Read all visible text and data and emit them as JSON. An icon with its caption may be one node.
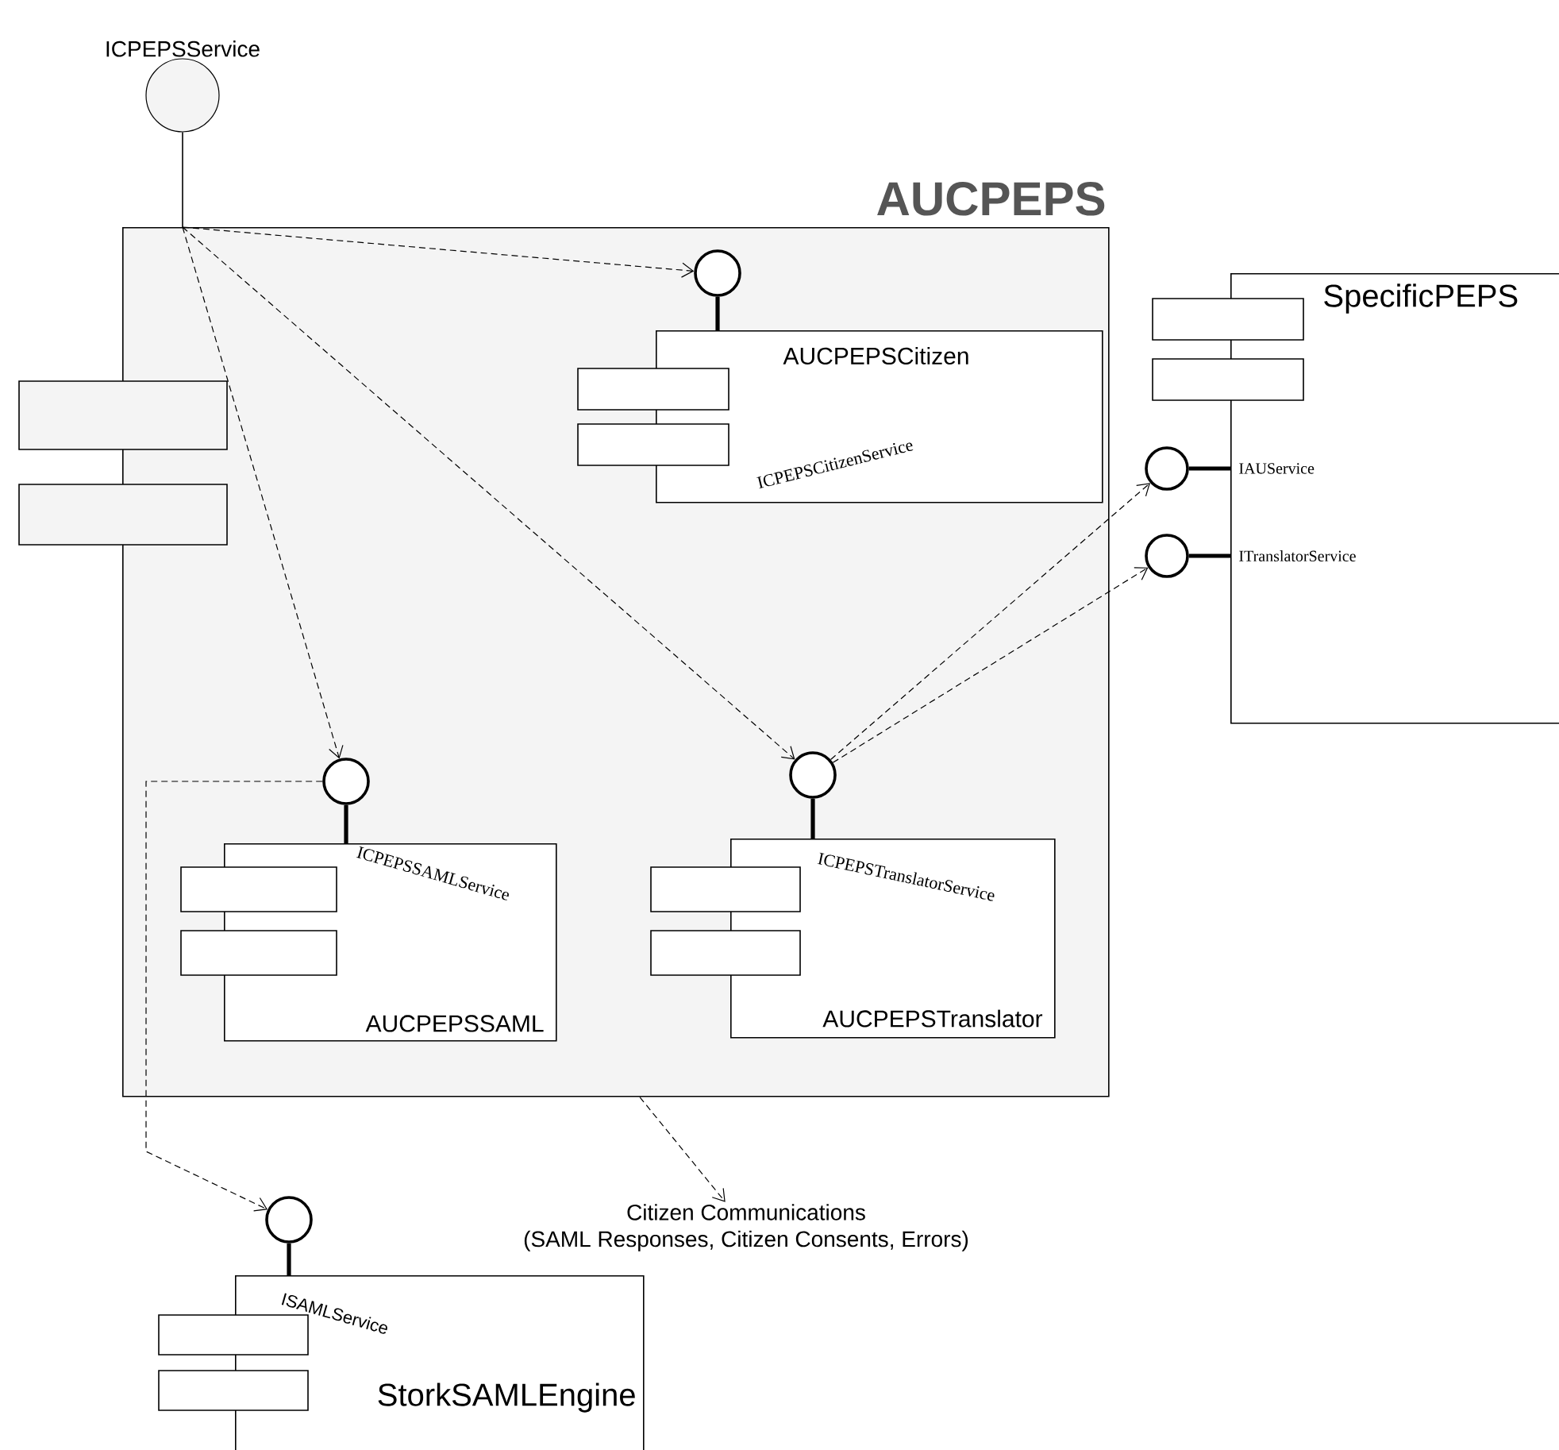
{
  "diagram": {
    "nodes": [
      {
        "text": [
          "AUCPEPS"
        ]
      },
      {
        "text": [
          "ICPEPSService"
        ]
      },
      {
        "text": [],
        "shape": "circle",
        "in": 0
      },
      {
        "text": [
          "AUCPEPSCitizen",
          "ICPEPSCitizenService"
        ],
        "in": 0
      },
      {
        "text": [],
        "shape": "circle",
        "in": 0
      },
      {
        "text": [
          "ICPEPSSAMLService",
          "AUCPEPSSAML"
        ],
        "in": 0
      },
      {
        "text": [],
        "shape": "circle",
        "in": 0
      },
      {
        "text": [
          "ICPEPSTranslatorService",
          "AUCPEPSTranslator"
        ],
        "in": 0
      },
      {
        "text": [
          "SpecificPEPS",
          "IAUService",
          "ITranslatorService"
        ]
      },
      {
        "text": [],
        "shape": "circle"
      },
      {
        "text": [],
        "shape": "circle"
      },
      {
        "text": [
          "Citizen Communications",
          "(SAML Responses, Citizen Consents, Errors)"
        ]
      },
      {
        "text": [],
        "shape": "circle"
      },
      {
        "text": [
          "ISAMLService",
          "StorkSAMLEngine"
        ]
      }
    ],
    "edges": [
      {
        "from": 1,
        "to": 0,
        "arrow": "none"
      },
      {
        "from": 2,
        "to": 3,
        "arrow": "none",
        "style": "thick"
      },
      {
        "from": 4,
        "to": 5,
        "arrow": "none",
        "style": "thick"
      },
      {
        "from": 6,
        "to": 7,
        "arrow": "none",
        "style": "thick"
      },
      {
        "from": 9,
        "to": 8,
        "arrow": "none",
        "style": "thick"
      },
      {
        "from": 10,
        "to": 8,
        "arrow": "none",
        "style": "thick"
      },
      {
        "from": 12,
        "to": 13,
        "arrow": "none",
        "style": "thick"
      },
      {
        "from": 1,
        "to": 2,
        "arrow": "to",
        "style": "dashed"
      },
      {
        "from": 1,
        "to": 4,
        "arrow": "to",
        "style": "dashed"
      },
      {
        "from": 1,
        "to": 6,
        "arrow": "to",
        "style": "dashed"
      },
      {
        "from": 6,
        "to": 9,
        "arrow": "to",
        "style": "dashed"
      },
      {
        "from": 6,
        "to": 10,
        "arrow": "to",
        "style": "dashed"
      },
      {
        "from": 4,
        "to": 12,
        "arrow": "to",
        "style": "dashed"
      },
      {
        "from": 0,
        "to": 11,
        "arrow": "to",
        "style": "dashed"
      }
    ]
  }
}
